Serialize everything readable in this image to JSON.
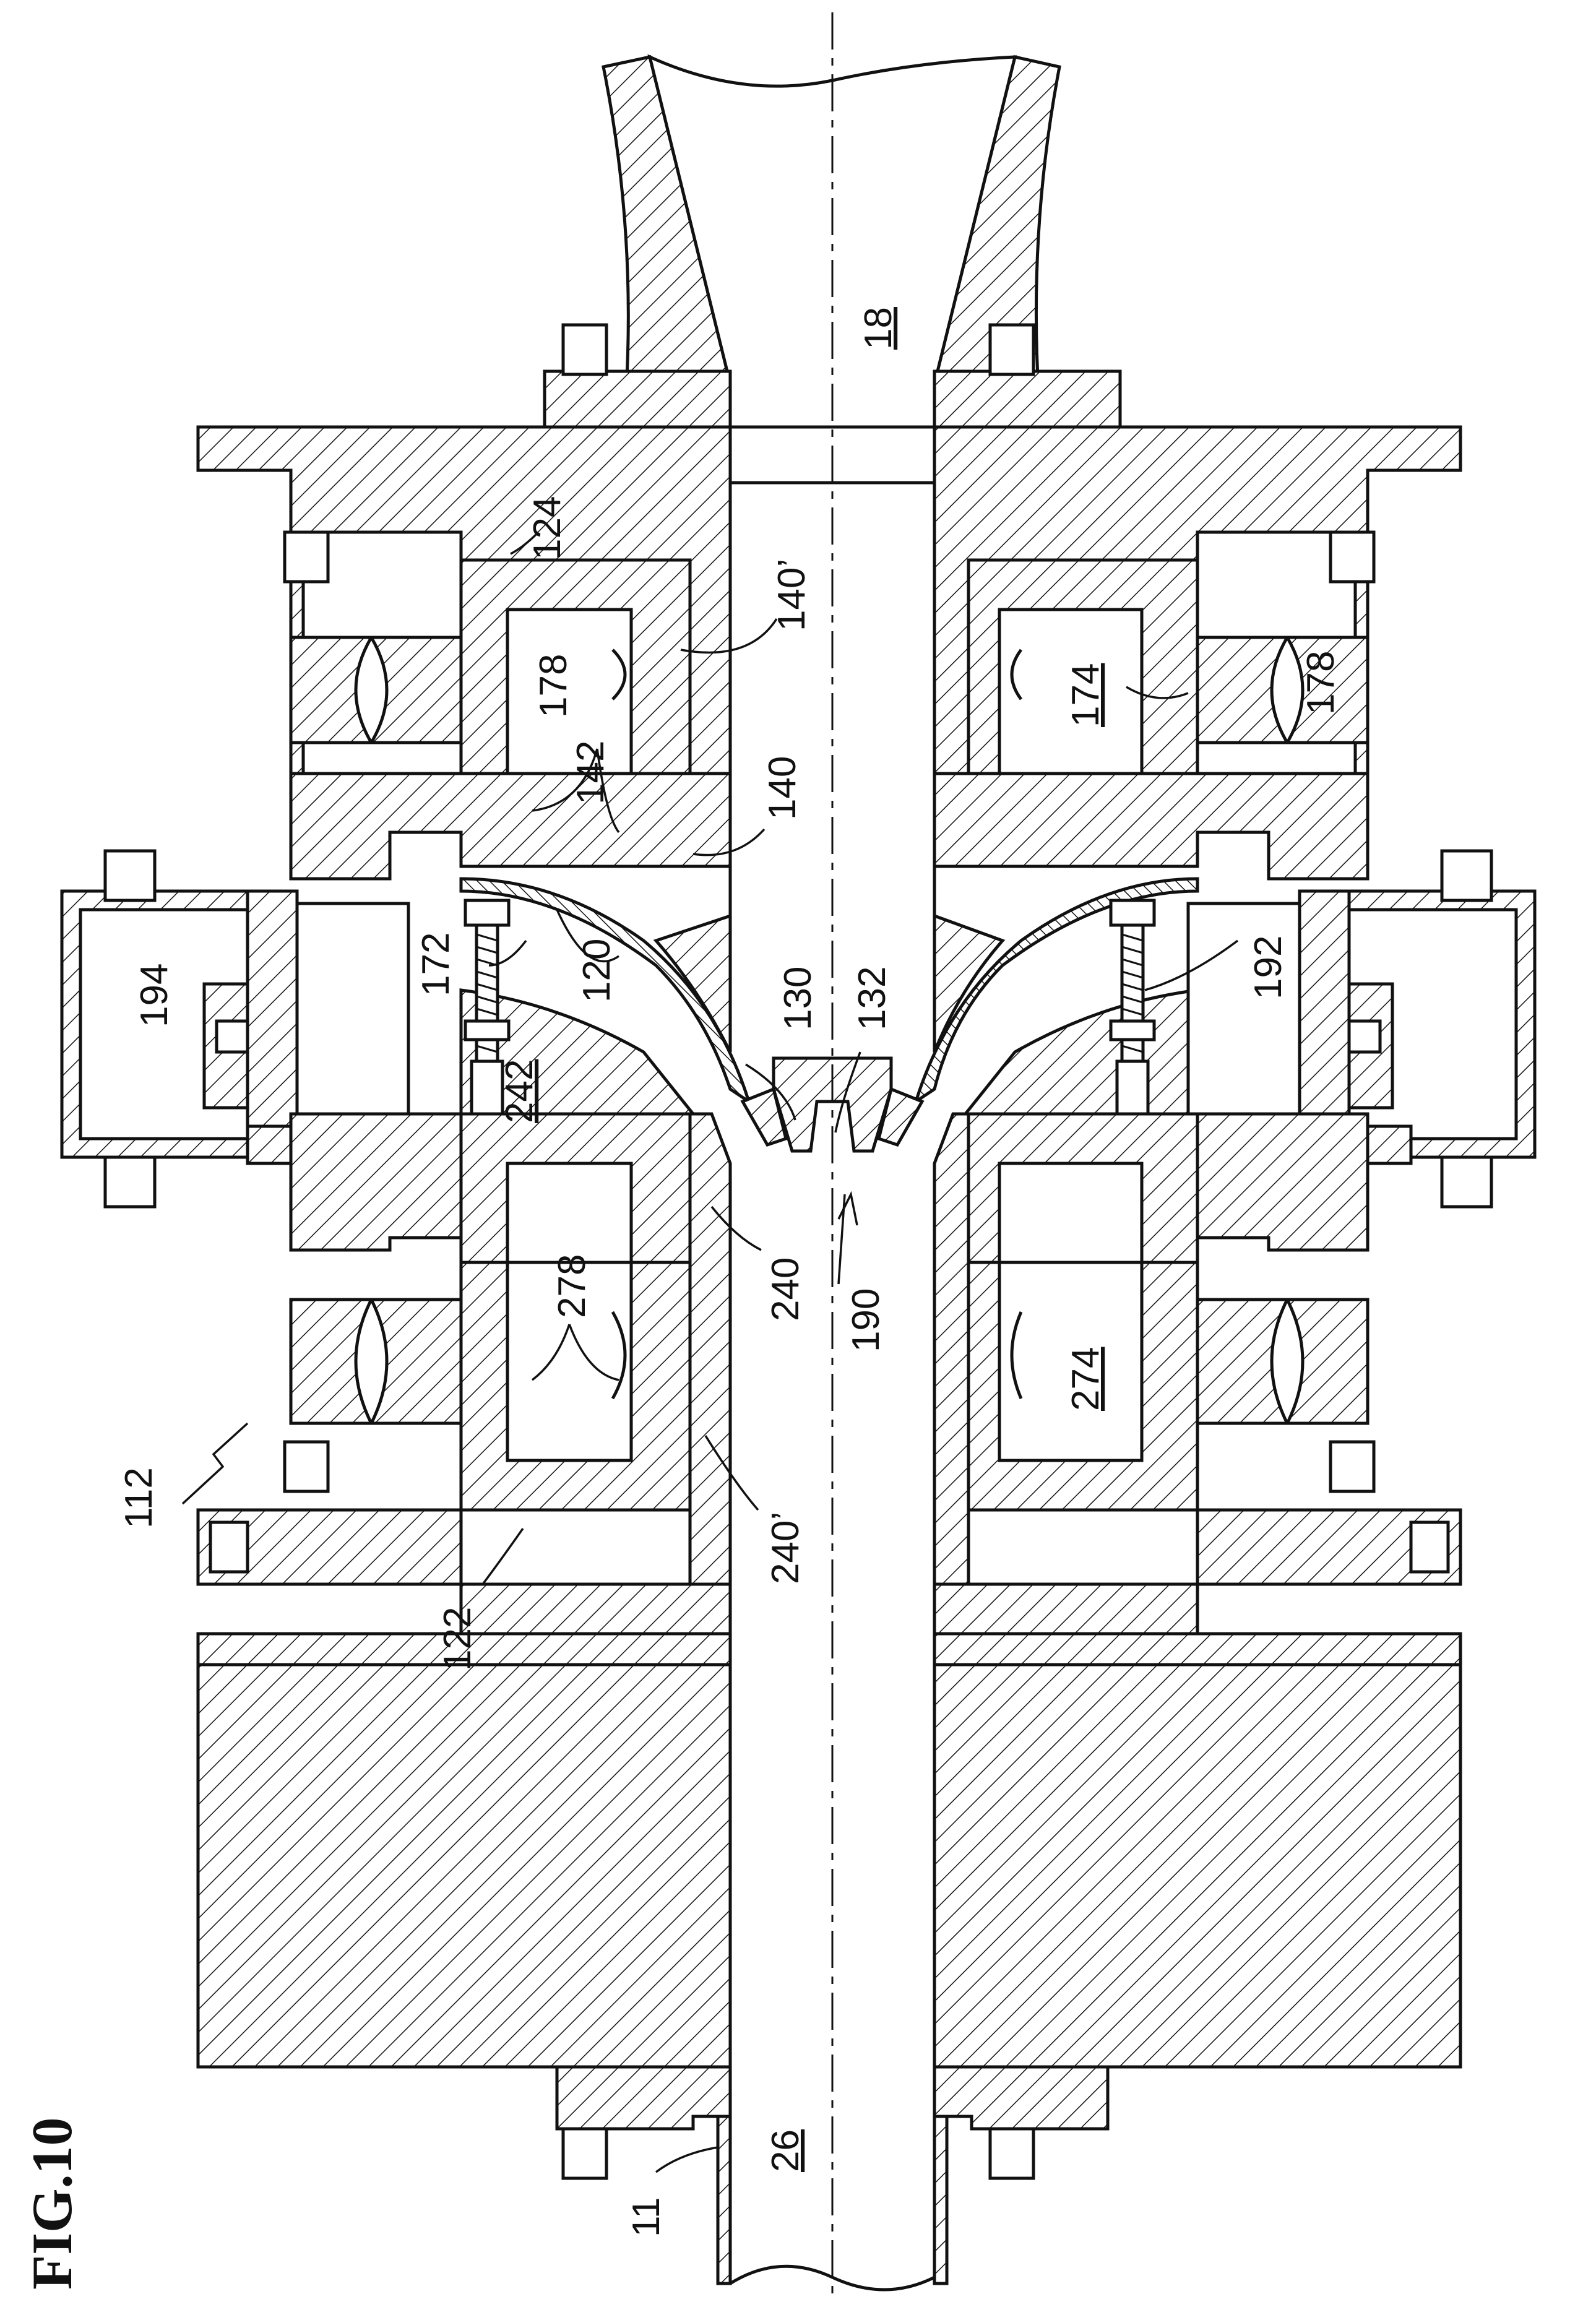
{
  "figure": {
    "title": "FIG.10"
  },
  "labels": {
    "l18": "18",
    "l26": "26",
    "l11": "11",
    "l112": "112",
    "l124": "124",
    "l122": "122",
    "l140p": "140’",
    "l140": "140",
    "l142": "142",
    "l178a": "178",
    "l178b": "178",
    "l174": "174",
    "l194": "194",
    "l172": "172",
    "l120": "120",
    "l242": "242",
    "l130": "130",
    "l132": "132",
    "l192": "192",
    "l240": "240",
    "l240p": "240’",
    "l190": "190",
    "l278": "278",
    "l274": "274"
  }
}
